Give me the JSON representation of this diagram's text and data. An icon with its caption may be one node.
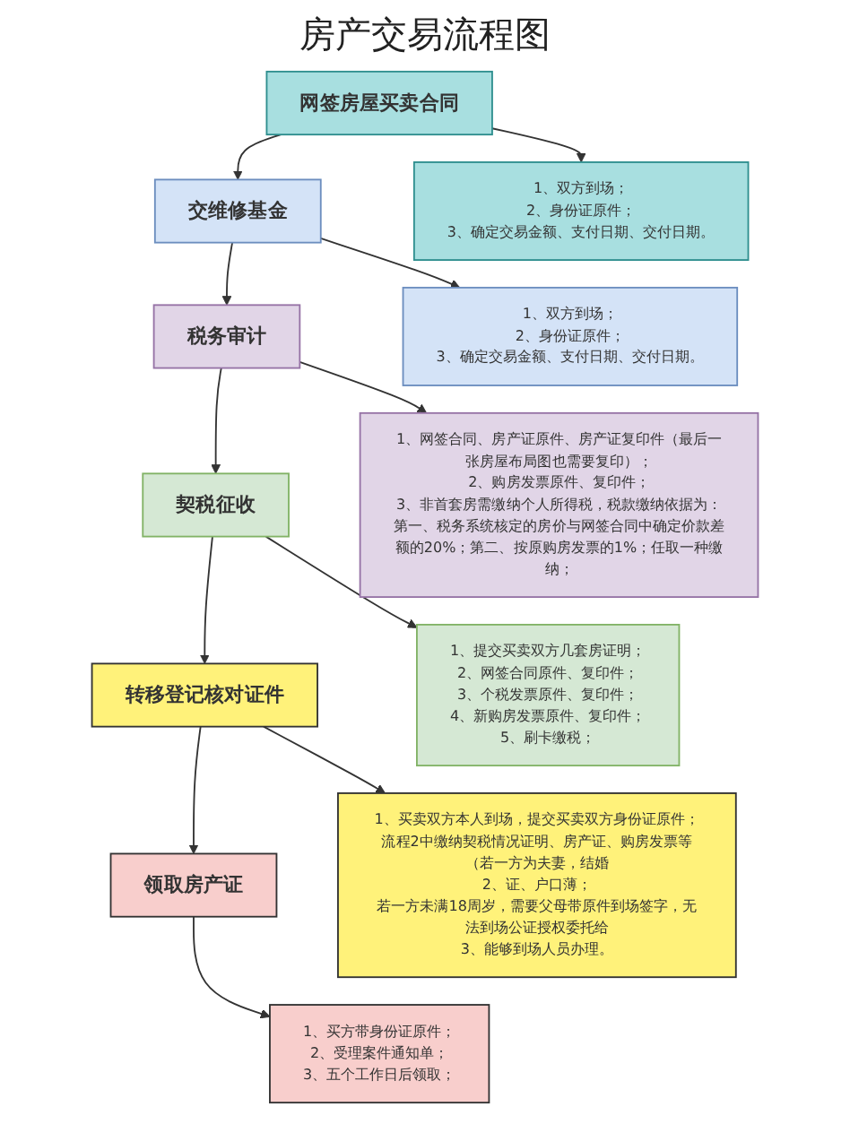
{
  "diagram": {
    "title": "房产交易流程图",
    "nodes": [
      {
        "text": [
          "网签房屋买卖合同"
        ]
      },
      {
        "text": [
          "1、双方到场；",
          "2、身份证原件；",
          "3、确定交易金额、支付日期、交付日期。"
        ]
      },
      {
        "text": [
          "交维修基金"
        ]
      },
      {
        "text": [
          "1、双方到场；",
          "2、身份证原件；",
          "3、确定交易金额、支付日期、交付日期。"
        ]
      },
      {
        "text": [
          "税务审计"
        ]
      },
      {
        "text": [
          "1、网签合同、房产证原件、房产证复印件（最后一张房屋布局图也需要复印）；",
          "2、购房发票原件、复印件；",
          "3、非首套房需缴纳个人所得税，税款缴纳依据为：第一、税务系统核定的房价与网签合同中确定价款差额的20%；第二、按原购房发票的1%；任取一种缴纳；"
        ]
      },
      {
        "text": [
          "契税征收"
        ]
      },
      {
        "text": [
          "1、提交买卖双方几套房证明；",
          "2、网签合同原件、复印件；",
          "3、个税发票原件、复印件；",
          "4、新购房发票原件、复印件；",
          "5、刷卡缴税；"
        ]
      },
      {
        "text": [
          "转移登记核对证件"
        ]
      },
      {
        "text": [
          "1、买卖双方本人到场，提交买卖双方身份证原件；",
          "流程2中缴纳契税情况证明、房产证、购房发票等（若一方为夫妻，结婚",
          "2、证、户口薄；",
          "若一方未满18周岁，需要父母带原件到场签字，无法到场公证授权委托给",
          "3、能够到场人员办理。"
        ]
      },
      {
        "text": [
          "领取房产证"
        ]
      },
      {
        "text": [
          "1、买方带身份证原件；",
          "2、受理案件通知单；",
          "3、五个工作日后领取；"
        ]
      }
    ],
    "edges": [
      {
        "from": 0,
        "to": 1,
        "arrow": "to"
      },
      {
        "from": 0,
        "to": 2,
        "arrow": "to"
      },
      {
        "from": 2,
        "to": 3,
        "arrow": "to"
      },
      {
        "from": 2,
        "to": 4,
        "arrow": "to"
      },
      {
        "from": 4,
        "to": 5,
        "arrow": "to"
      },
      {
        "from": 4,
        "to": 6,
        "arrow": "to"
      },
      {
        "from": 6,
        "to": 7,
        "arrow": "to"
      },
      {
        "from": 6,
        "to": 8,
        "arrow": "to"
      },
      {
        "from": 8,
        "to": 9,
        "arrow": "to"
      },
      {
        "from": 8,
        "to": 10,
        "arrow": "to"
      },
      {
        "from": 10,
        "to": 11,
        "arrow": "to"
      }
    ]
  }
}
